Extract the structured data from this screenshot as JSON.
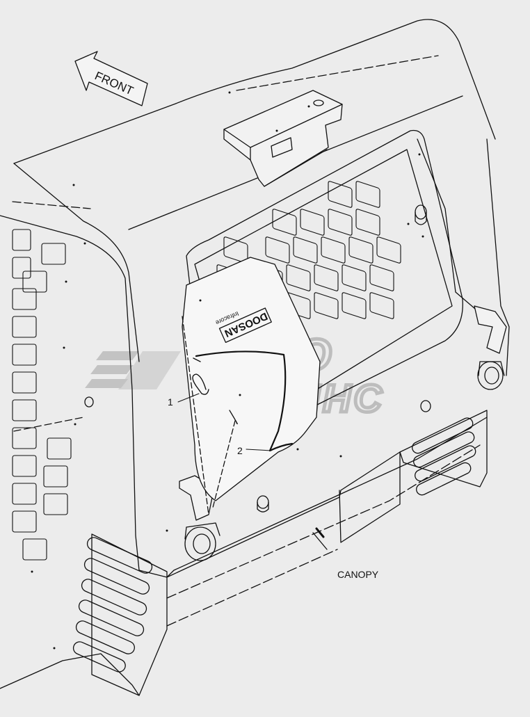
{
  "arrow_label": "FRONT",
  "callouts": [
    "1",
    "2"
  ],
  "part_label": "CANOPY",
  "decal_text": [
    "DOOSAN",
    "Infracore"
  ],
  "watermark": {
    "line1": "АВТО",
    "line2": "АЛЬЯНС",
    "color": "#b9b9b9"
  },
  "colors": {
    "background": "#ececec",
    "line": "#111111"
  }
}
